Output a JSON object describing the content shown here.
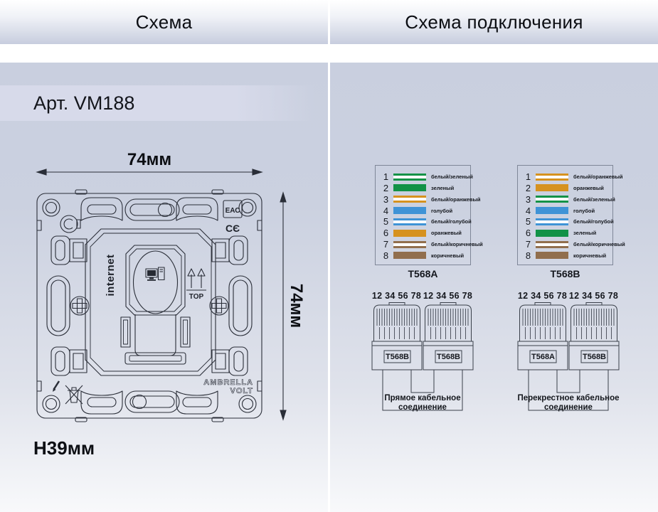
{
  "header": {
    "left_title": "Схема",
    "right_title": "Схема подключения"
  },
  "left_panel": {
    "article": "Арт. VM188",
    "width_label": "74мм",
    "height_label": "74мм",
    "depth_label": "H39мм",
    "drawing": {
      "internet_label": "internet",
      "top_label": "TOP",
      "eac_label": "ЕАС",
      "ce_label": "CЄ",
      "brand_line1": "AMBRELLA",
      "brand_line2": "VOLT"
    }
  },
  "right_panel": {
    "wiring_tables": [
      {
        "standard": "T568A",
        "rows": [
          {
            "pin": "1",
            "label": "белый/зеленый",
            "style": "striped",
            "color": "green"
          },
          {
            "pin": "2",
            "label": "зеленый",
            "style": "solid",
            "color": "green"
          },
          {
            "pin": "3",
            "label": "белый/оранжевый",
            "style": "striped",
            "color": "orange"
          },
          {
            "pin": "4",
            "label": "голубой",
            "style": "solid",
            "color": "blue"
          },
          {
            "pin": "5",
            "label": "белый/голубой",
            "style": "striped",
            "color": "blue"
          },
          {
            "pin": "6",
            "label": "оранжевый",
            "style": "solid",
            "color": "orange"
          },
          {
            "pin": "7",
            "label": "белый/коричневый",
            "style": "striped",
            "color": "brown"
          },
          {
            "pin": "8",
            "label": "коричневый",
            "style": "solid",
            "color": "brown"
          }
        ]
      },
      {
        "standard": "T568B",
        "rows": [
          {
            "pin": "1",
            "label": "белый/оранжевый",
            "style": "striped",
            "color": "orange"
          },
          {
            "pin": "2",
            "label": "оранжевый",
            "style": "solid",
            "color": "orange"
          },
          {
            "pin": "3",
            "label": "белый/зеленый",
            "style": "striped",
            "color": "green"
          },
          {
            "pin": "4",
            "label": "голубой",
            "style": "solid",
            "color": "blue"
          },
          {
            "pin": "5",
            "label": "белый/голубой",
            "style": "striped",
            "color": "blue"
          },
          {
            "pin": "6",
            "label": "зеленый",
            "style": "solid",
            "color": "green"
          },
          {
            "pin": "7",
            "label": "белый/коричневый",
            "style": "striped",
            "color": "brown"
          },
          {
            "pin": "8",
            "label": "коричневый",
            "style": "solid",
            "color": "brown"
          }
        ]
      }
    ],
    "connection_diagrams": [
      {
        "pin_numbers": "12 34 56 78",
        "left_connector": "T568B",
        "right_connector": "T568B",
        "caption_line1": "Прямое кабельное",
        "caption_line2": "соединение"
      },
      {
        "pin_numbers": "12 34 56 78",
        "left_connector": "T568A",
        "right_connector": "T568B",
        "caption_line1": "Перекрестное кабельное",
        "caption_line2": "соединение"
      }
    ]
  },
  "colors": {
    "green": "#129247",
    "orange": "#d6921f",
    "blue": "#3f93d6",
    "brown": "#916e4d",
    "line": "#2a2e38",
    "table_border": "#7f8798"
  }
}
